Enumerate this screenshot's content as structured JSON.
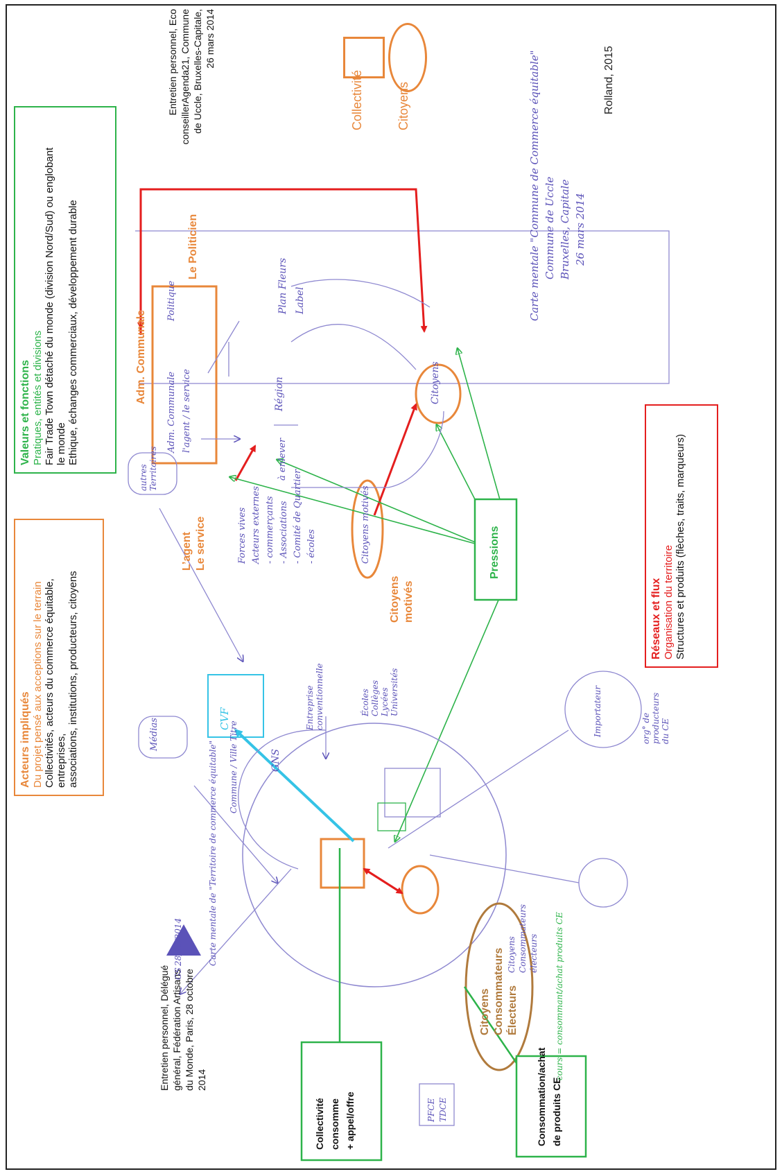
{
  "credit": "Rolland, 2015",
  "source_1": [
    "Entretien personnel, Eco",
    "conseillerAgenda21, Commune",
    "de Uccle, Bruxelles-Capitale,",
    "26 mars 2014"
  ],
  "source_2": [
    "Entretien personnel, Délégué",
    "général, Fédération Artisans",
    "du Monde, Paris, 28 octobre",
    "2014"
  ],
  "legend_shapes": {
    "collectivite": "Collectivité",
    "citoyens": "Citoyens"
  },
  "box_valeurs": {
    "title": "Valeurs et fonctions",
    "subtitle": "Pratiques, entités et divisions",
    "line1": "Fair Trade Town détaché du monde (division Nord/Sud) ou englobant",
    "line2": "le monde",
    "line3": "Ethique, échanges commerciaux, développement durable",
    "color": "#2db34a"
  },
  "box_acteurs": {
    "title": "Acteurs impliqués",
    "subtitle": "Du projet pensé aux acceptions sur le terrain",
    "line1": "Collectivités, acteurs du commerce équitable, entreprises,",
    "line2": "associations, institutions, producteurs, citoyens",
    "color": "#e8873a"
  },
  "box_reseaux": {
    "title": "Réseaux et flux",
    "subtitle": "Organisation du territoire",
    "line1": "Structures et produits (flèches, traits, marqueurs)",
    "color": "#e41e1e"
  },
  "labels": {
    "adm_communale": "Adm. Communale",
    "le_politicien": "Le Politicien",
    "agent_line1": "L’agent",
    "agent_line2": "Le service",
    "citoyens_motives_1": "Citoyens",
    "citoyens_motives_2": "motivés",
    "pressions": "Pressions",
    "collectivite_1": "Collectivité",
    "collectivite_2": "consomme",
    "collectivite_3": "+ appel/offre",
    "consommation_1": "Consommation/achat",
    "consommation_2": "de produits CE",
    "ellipse_citoyens": "Citoyens",
    "ellipse_consommateurs": "Consommateurs",
    "ellipse_electeurs": "Électeurs"
  },
  "handwriting": {
    "carte_mentale_1": "Carte mentale \"Commune de Commerce équitable\"",
    "carte_mentale_2": "Commune de Uccle",
    "carte_mentale_3": "Bruxelles, Capitale",
    "carte_mentale_4": "26 mars 2014",
    "adm_inner": "Adm. Communale",
    "agent_inner": "l'agent / le service",
    "politique": "Politique",
    "plan_fleurs": "Plan Fleurs",
    "label": "Label",
    "region": "Région",
    "a_enlever": "à enlever",
    "forces_vives": "Forces vives",
    "acteurs_externes": "Acteurs externes",
    "commercants": "- commerçants",
    "associations": "- Associations",
    "comite_quartier": "- Comité de Quartier",
    "ecoles": "- écoles",
    "citoyens_motives": "Citoyens motivés",
    "citoyens": "Citoyens",
    "autres_territoires": "autres Territoires",
    "medias": "Médias",
    "cvf": "CVF",
    "gns": "GNS",
    "entreprise": "Entreprise conventionnelle",
    "ecoles_list": "Écoles Collèges Lycées Universités",
    "importateur": "Importateur",
    "producteurs": "org° de producteurs du CE",
    "citoyens_hand": "Citoyens",
    "consommateurs_hand": "Consommateurs",
    "electeurs_hand": "électeurs",
    "carte_mentale_b": "Carte mentale de \"Territoire de commerce équitable\"",
    "date_b": "28/10/2014",
    "gs": "GS",
    "commune_titre": "Commune / Ville Titre",
    "pfce": "PFCE",
    "tdce": "TDCE",
    "cours": "cours = consommant/achat produits CE"
  },
  "colors": {
    "orange": "#e8873a",
    "green": "#2db34a",
    "red": "#e41e1e",
    "blue": "#5b52b8",
    "cyan": "#35c3e6",
    "brown": "#b07a3c"
  }
}
